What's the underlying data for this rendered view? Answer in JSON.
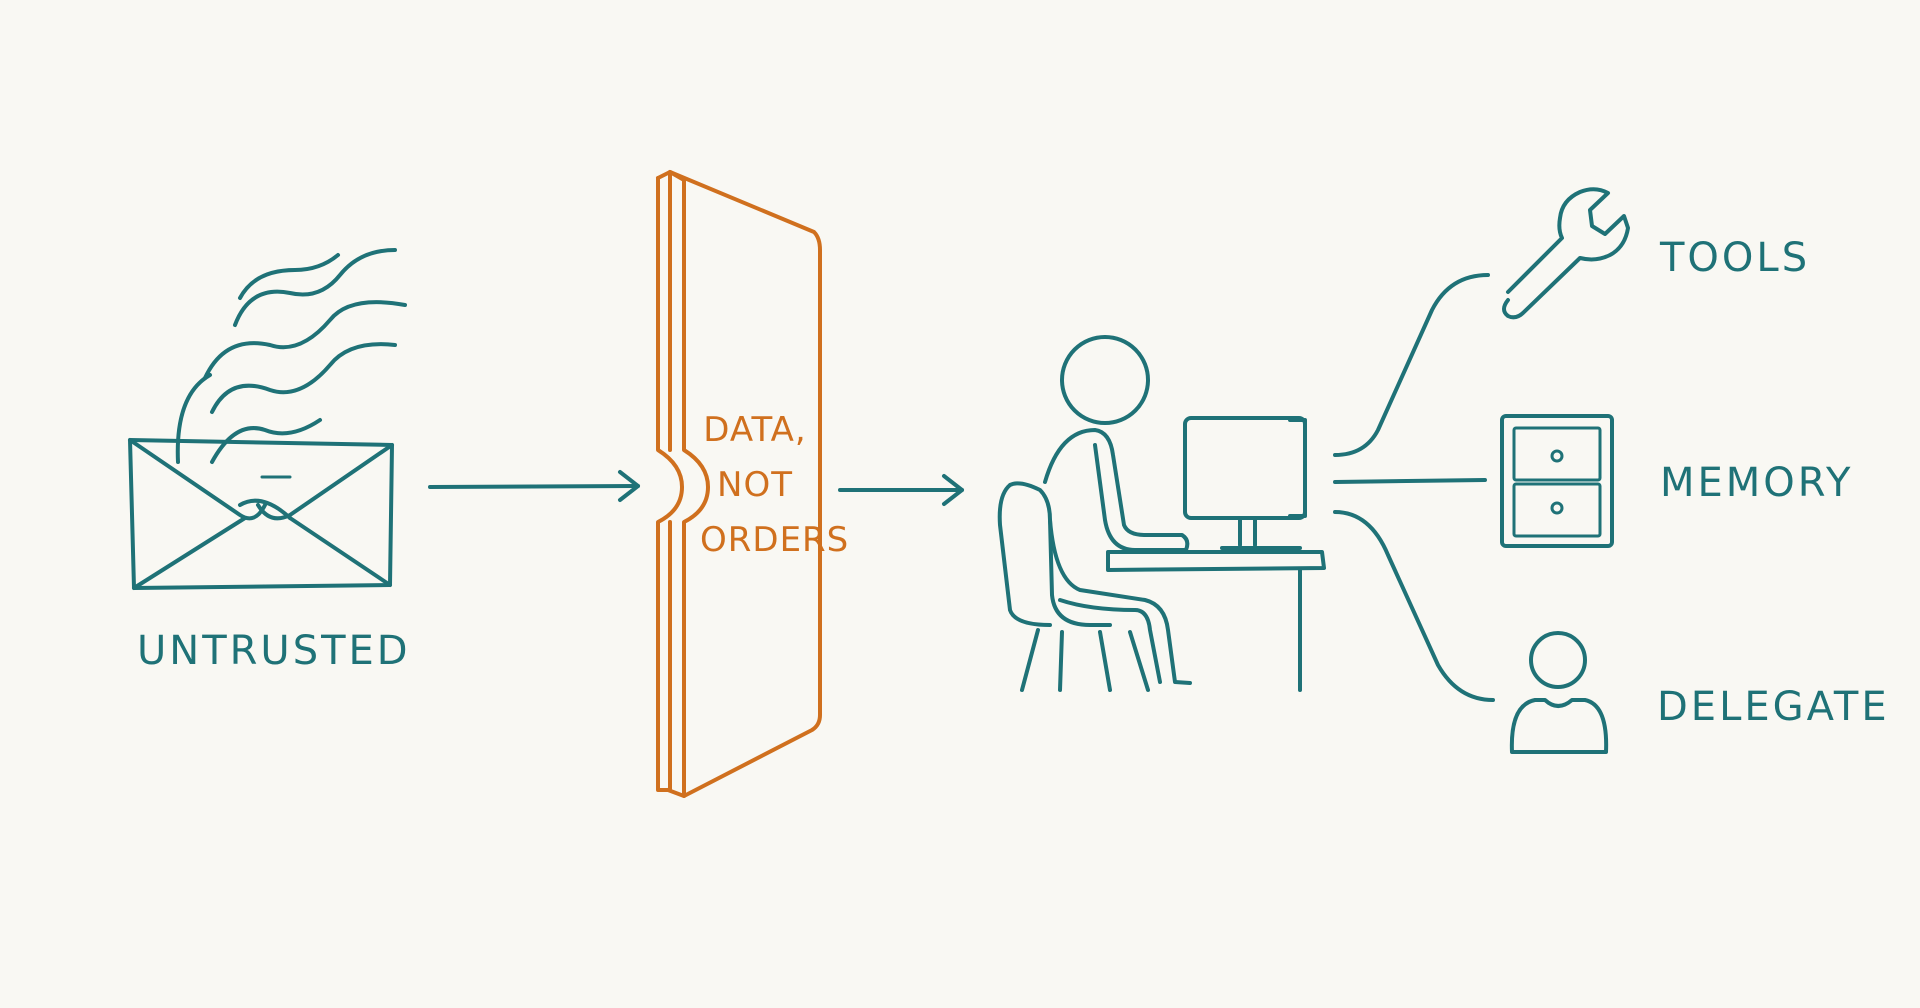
{
  "labels": {
    "untrusted": "UNTRUSTED",
    "wall_line1": "DATA,",
    "wall_line2": "NOT",
    "wall_line3": "ORDERS",
    "tools": "TOOLS",
    "memory": "MEMORY",
    "delegate": "DELEGATE"
  },
  "icons": {
    "source": "envelope-icon",
    "barrier": "wall-icon",
    "agent": "person-at-computer-icon",
    "tools": "wrench-icon",
    "memory": "cabinet-icon",
    "delegate": "person-icon"
  },
  "colors": {
    "background": "#f9f8f3",
    "ink": "#1f7277",
    "accent": "#d0701e"
  }
}
